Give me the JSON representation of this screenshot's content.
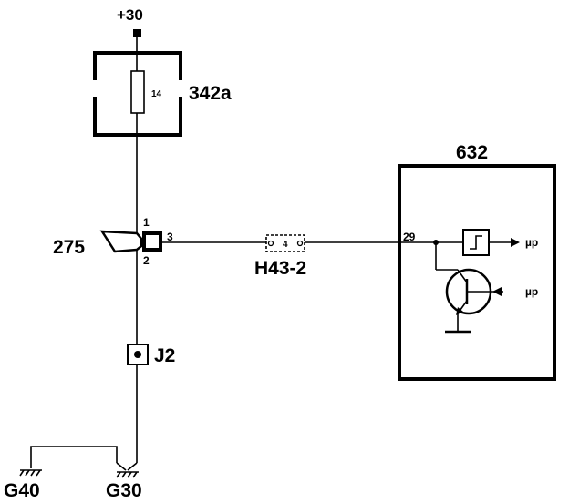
{
  "supply": {
    "label": "+30"
  },
  "fuse_box": {
    "component": "342a",
    "fuse_number": "14"
  },
  "horn": {
    "component": "275",
    "pin1": "1",
    "pin2": "2",
    "pin3": "3"
  },
  "connector": {
    "component": "H43-2",
    "pin": "4"
  },
  "control_unit": {
    "component": "632",
    "input_pin": "29",
    "output1": "µp",
    "output2": "µp"
  },
  "junction": {
    "component": "J2"
  },
  "grounds": {
    "left": "G40",
    "right": "G30"
  }
}
